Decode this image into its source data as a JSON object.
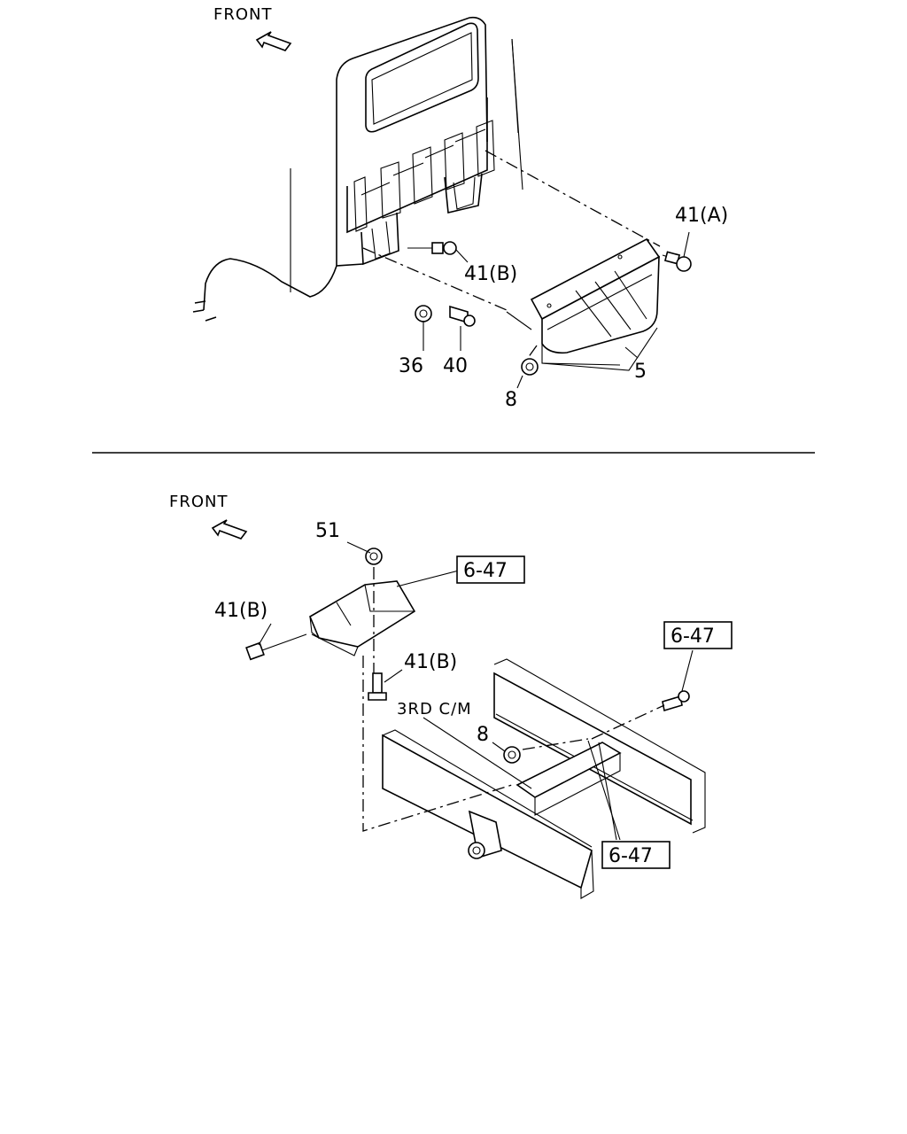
{
  "top_diagram": {
    "front_label": "FRONT",
    "callouts": {
      "c41a": "41(A)",
      "c41b": "41(B)",
      "c36": "36",
      "c40": "40",
      "c5": "5",
      "c8": "8"
    }
  },
  "bottom_diagram": {
    "front_label": "FRONT",
    "callouts": {
      "c51": "51",
      "c41b_left": "41(B)",
      "c41b_mid": "41(B)",
      "c8": "8",
      "crossmember": "3RD C/M"
    },
    "references": {
      "ref_top": "6-47",
      "ref_right": "6-47",
      "ref_bottom": "6-47"
    }
  }
}
